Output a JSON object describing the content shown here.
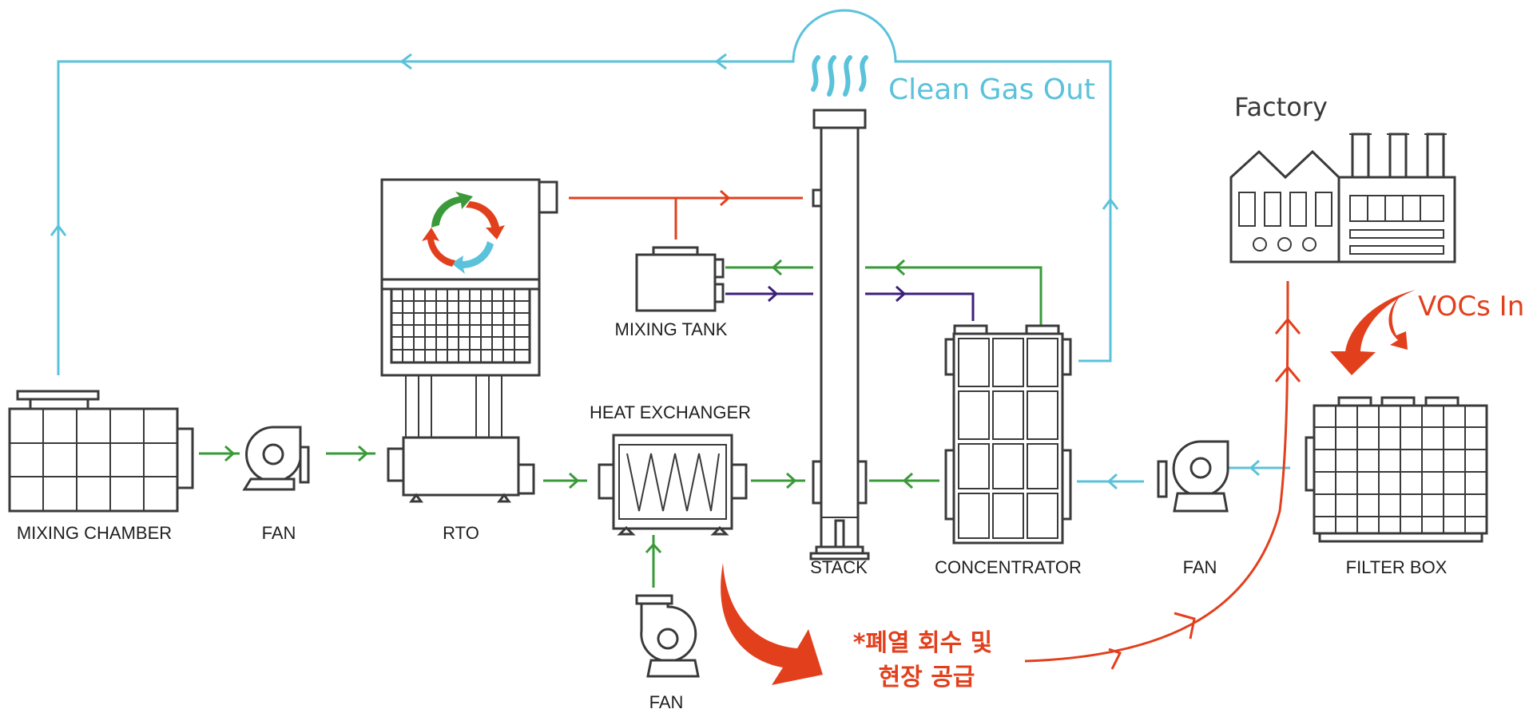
{
  "labels": {
    "mixing_chamber": "MIXING CHAMBER",
    "fan_1": "FAN",
    "rto": "RTO",
    "mixing_tank": "MIXING TANK",
    "heat_exchanger": "HEAT EXCHANGER",
    "fan_bottom": "FAN",
    "stack": "STACK",
    "concentrator": "CONCENTRATOR",
    "fan_2": "FAN",
    "filter_box": "FILTER BOX",
    "factory": "Factory",
    "clean_gas_out": "Clean Gas Out",
    "vocs_in": "VOCs In",
    "recovery_line1": "*폐열 회수 및",
    "recovery_line2": "현장 공급"
  },
  "colors": {
    "equipment": "#3a3a3a",
    "clean_gas": "#5bc2db",
    "process_gas": "#3a9a3a",
    "hot_gas": "#e2401d",
    "purple_line": "#3d1f7a",
    "voc_red": "#e2401d"
  }
}
